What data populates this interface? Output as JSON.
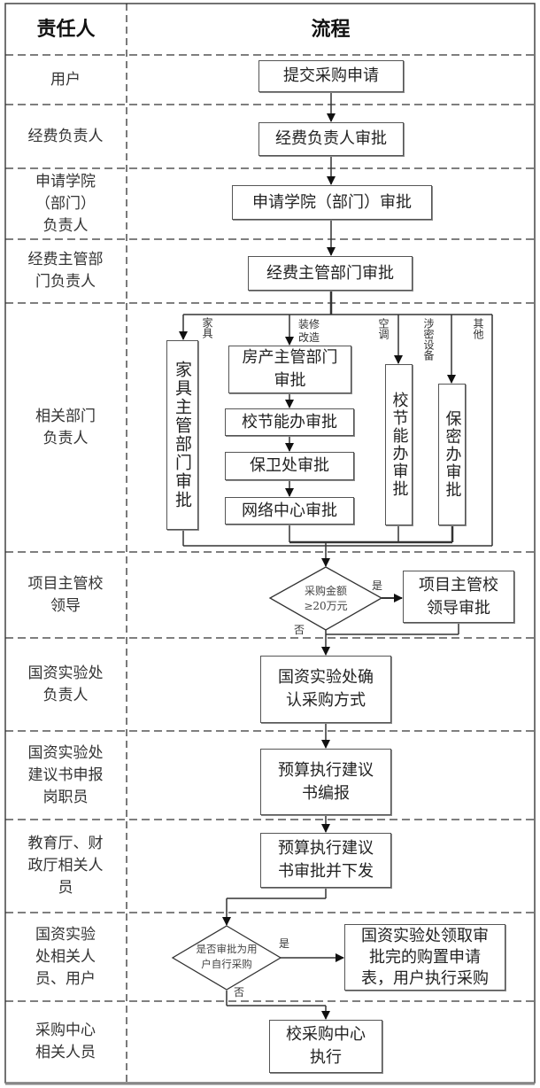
{
  "header": {
    "role_col": "责任人",
    "process_col": "流程"
  },
  "lanes": [
    {
      "role": "用户"
    },
    {
      "role": "经费负责人"
    },
    {
      "role": "申请学院（部门）负责人"
    },
    {
      "role": "经费主管部门负责人"
    },
    {
      "role": "相关部门负责人"
    },
    {
      "role": "项目主管校领导"
    },
    {
      "role": "国资实验处负责人"
    },
    {
      "role": "国资实验处建议书申报岗职员"
    },
    {
      "role": "教育厅、财政厅相关人员"
    },
    {
      "role": "国资实验处相关人员、用户"
    },
    {
      "role": "采购中心相关人员"
    }
  ],
  "role_lines": {
    "lane0": [
      "用户"
    ],
    "lane1": [
      "经费负责人"
    ],
    "lane2": [
      "申请学院",
      "（部门）",
      "负责人"
    ],
    "lane3": [
      "经费主管部",
      "门负责人"
    ],
    "lane4": [
      "相关部门",
      "负责人"
    ],
    "lane5": [
      "项目主管校",
      "领导"
    ],
    "lane6": [
      "国资实验处",
      "负责人"
    ],
    "lane7": [
      "国资实验处",
      "建议书申报",
      "岗职员"
    ],
    "lane8": [
      "教育厅、财",
      "政厅相关人",
      "员"
    ],
    "lane9": [
      "国资实验",
      "处相关人",
      "员、用户"
    ],
    "lane10": [
      "采购中心",
      "相关人员"
    ]
  },
  "steps": {
    "submit": "提交采购申请",
    "fund_owner": "经费负责人审批",
    "college": "申请学院（部门）审批",
    "fund_dept": "经费主管部门审批",
    "furniture": "家具主管部门审批",
    "housing": "房产主管部门审批",
    "energy1": "校节能办审批",
    "security": "保卫处审批",
    "network": "网络中心审批",
    "energy2": "校节能办审批",
    "secrecy": "保密办审批",
    "leader": "项目主管校领导审批",
    "confirm": "国资实验处确认采购方式",
    "proposal": "预算执行建议书编报",
    "proposal_review": "预算执行建议书审批并下发",
    "self_purchase": "国资实验处领取审批完的购置申请表，用户执行采购",
    "center": "校采购中心执行"
  },
  "step_lines": {
    "housing": [
      "房产主管部门",
      "审批"
    ],
    "leader": [
      "项目主管校",
      "领导审批"
    ],
    "confirm": [
      "国资实验处确",
      "认采购方式"
    ],
    "proposal": [
      "预算执行建议",
      "书编报"
    ],
    "proposal_review": [
      "预算执行建议",
      "书审批并下发"
    ],
    "self_purchase": [
      "国资实验处领取审",
      "批完的购置申请",
      "表，用户执行采购"
    ],
    "center": [
      "校采购中心",
      "执行"
    ]
  },
  "branch_labels": {
    "furniture": "家具",
    "renovation": [
      "装修",
      "改造"
    ],
    "aircon": "空调",
    "secret_equipment": "涉密设备",
    "other": "其他"
  },
  "decisions": {
    "amount": {
      "lines": [
        "采购金额",
        "≥20万元"
      ],
      "yes": "是",
      "no": "否"
    },
    "self": {
      "lines": [
        "是否审批为用",
        "户自行采购"
      ],
      "yes": "是",
      "no": "否"
    }
  }
}
